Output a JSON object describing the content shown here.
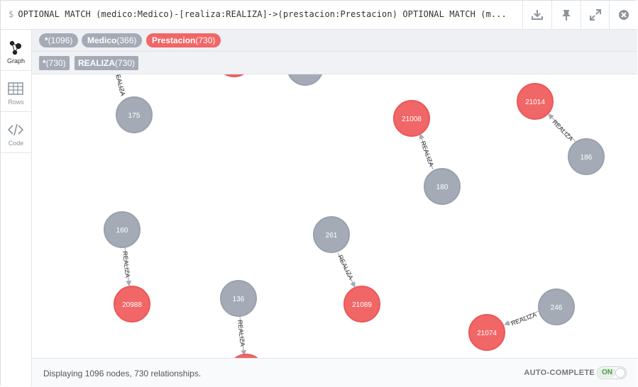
{
  "query": {
    "prompt": "$",
    "text": "OPTIONAL MATCH (medico:Medico)-[realiza:REALIZA]->(prestacion:Prestacion) OPTIONAL MATCH (m..."
  },
  "toolbar": {
    "icons": [
      "download-icon",
      "pin-icon",
      "expand-icon",
      "close-icon"
    ]
  },
  "sidebar": {
    "items": [
      {
        "label": "Graph",
        "icon": "graph-icon",
        "active": true
      },
      {
        "label": "Rows",
        "icon": "table-icon",
        "active": false
      },
      {
        "label": "Code",
        "icon": "code-icon",
        "active": false
      }
    ]
  },
  "node_labels": [
    {
      "name": "*",
      "count": "(1096)",
      "color": "#a5abb6"
    },
    {
      "name": "Medico",
      "count": "(366)",
      "color": "#a5abb6"
    },
    {
      "name": "Prestacion",
      "count": "(730)",
      "color": "#f16667"
    }
  ],
  "rel_types": [
    {
      "name": "*",
      "count": "(730)"
    },
    {
      "name": "REALIZA",
      "count": "(730)"
    }
  ],
  "graph": {
    "colors": {
      "medico": "#a5abb6",
      "medico_stroke": "#9aa1ac",
      "prestacion": "#f16667",
      "prestacion_stroke": "#eb5859"
    },
    "rel_label": "REALIZA",
    "node_texts": {
      "n175": "175",
      "n160": "160",
      "n261": "261",
      "n136": "136",
      "n180": "180",
      "n186": "186",
      "n246": "246",
      "p21008": "21008",
      "p21014": "21014",
      "p20988": "20988",
      "p21089": "21089",
      "p21074": "21074"
    }
  },
  "status": {
    "text": "Displaying 1096 nodes, 730 relationships.",
    "autocomplete_label": "AUTO-COMPLETE",
    "autocomplete_state": "ON"
  }
}
